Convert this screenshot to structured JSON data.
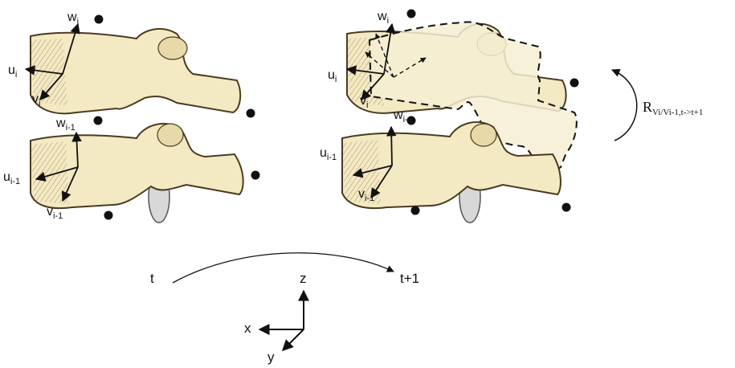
{
  "figure": {
    "colors": {
      "bone": "#f3e9c2",
      "bone_shadow": "#d9c79a",
      "outline": "#4a3a22",
      "disc": "#d8d8d8",
      "ink": "#111111"
    },
    "left_vertebra_upper": {
      "w": "w",
      "w_sub": "i",
      "u": "u",
      "u_sub": "i",
      "v": "v",
      "v_sub": "i"
    },
    "left_vertebra_lower": {
      "w": "w",
      "w_sub": "i-1",
      "u": "u",
      "u_sub": "i-1",
      "v": "v",
      "v_sub": "i-1"
    },
    "right_vertebra_upper": {
      "w": "w",
      "w_sub": "i",
      "u": "u",
      "u_sub": "i",
      "v": "v",
      "v_sub": "i"
    },
    "right_vertebra_lower": {
      "w": "w",
      "w_sub": "i-1",
      "u": "u",
      "u_sub": "i-1",
      "v": "v",
      "v_sub": "i-1"
    },
    "rotation": {
      "symbol": "R",
      "subscript": "Vi/Vi-1,t->t+1"
    },
    "time": {
      "start": "t",
      "end": "t+1"
    },
    "axes": {
      "z": "z",
      "x": "x",
      "y": "y"
    }
  }
}
